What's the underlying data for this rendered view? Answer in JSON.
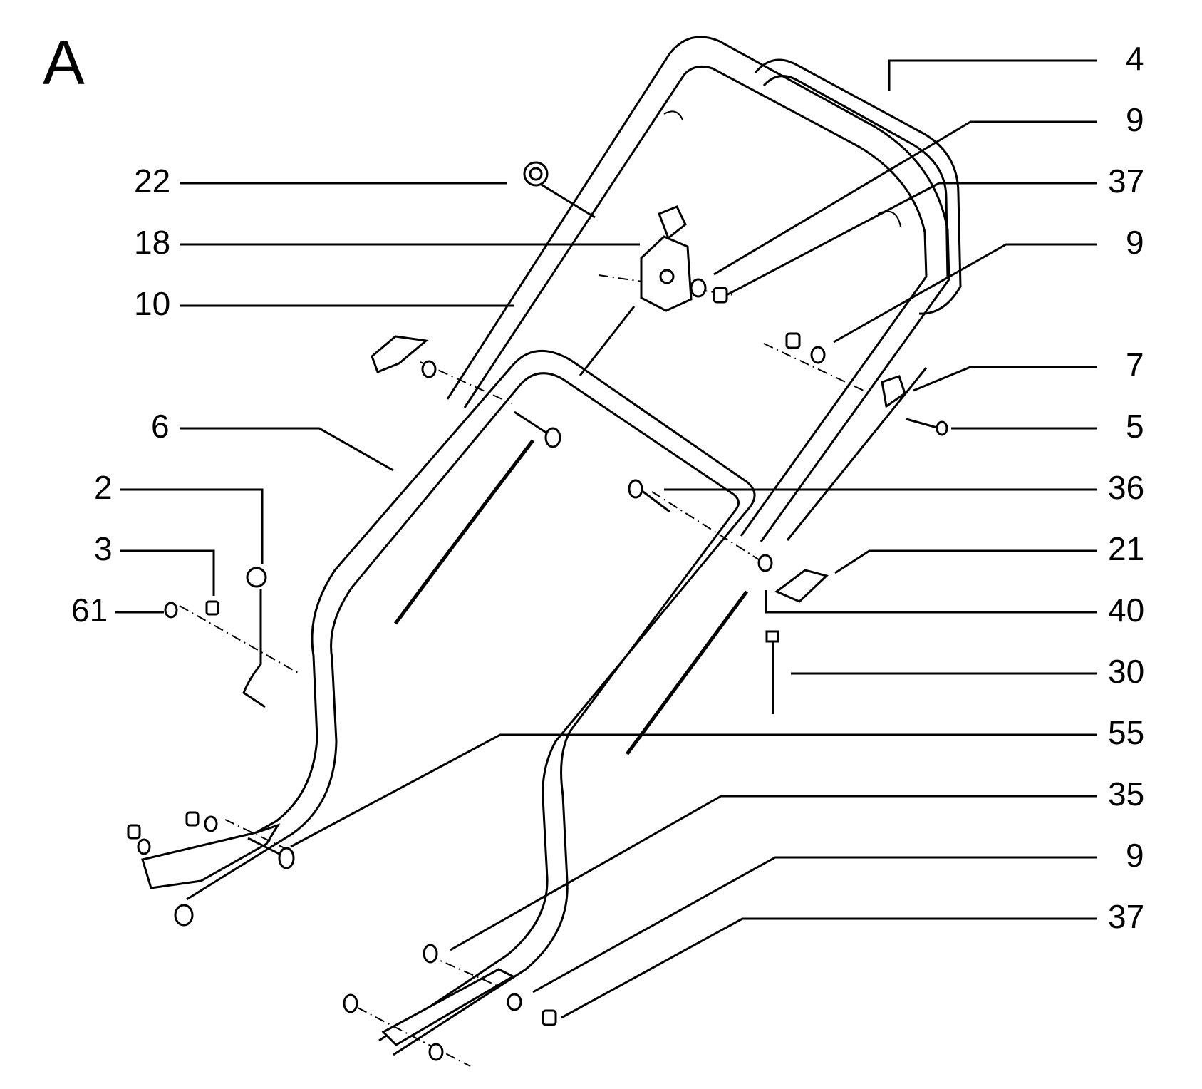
{
  "diagram": {
    "section_letter": "A",
    "callouts_left": [
      {
        "id": "22",
        "label": "22"
      },
      {
        "id": "18",
        "label": "18"
      },
      {
        "id": "10",
        "label": "10"
      },
      {
        "id": "6",
        "label": "6"
      },
      {
        "id": "2",
        "label": "2"
      },
      {
        "id": "3",
        "label": "3"
      },
      {
        "id": "61",
        "label": "61"
      }
    ],
    "callouts_right": [
      {
        "id": "4",
        "label": "4"
      },
      {
        "id": "9a",
        "label": "9"
      },
      {
        "id": "37a",
        "label": "37"
      },
      {
        "id": "9b",
        "label": "9"
      },
      {
        "id": "7",
        "label": "7"
      },
      {
        "id": "5",
        "label": "5"
      },
      {
        "id": "36",
        "label": "36"
      },
      {
        "id": "21",
        "label": "21"
      },
      {
        "id": "40",
        "label": "40"
      },
      {
        "id": "30",
        "label": "30"
      },
      {
        "id": "55",
        "label": "55"
      },
      {
        "id": "35",
        "label": "35"
      },
      {
        "id": "9c",
        "label": "9"
      },
      {
        "id": "37b",
        "label": "37"
      }
    ]
  }
}
